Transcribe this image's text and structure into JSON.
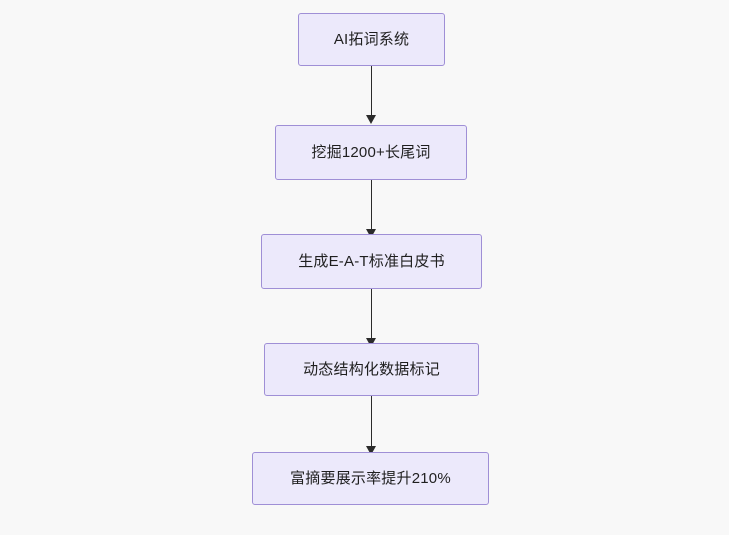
{
  "diagram": {
    "type": "flowchart",
    "direction": "top-to-bottom",
    "background": "#f8f8f8",
    "node_fill": "#ece9fb",
    "node_border": "#9f8fd6",
    "edge_color": "#2b2b2b",
    "nodes": [
      {
        "id": "n1",
        "label": "AI拓词系统"
      },
      {
        "id": "n2",
        "label": "挖掘1200+长尾词"
      },
      {
        "id": "n3",
        "label": "生成E-A-T标准白皮书"
      },
      {
        "id": "n4",
        "label": "动态结构化数据标记"
      },
      {
        "id": "n5",
        "label": "富摘要展示率提升210%"
      }
    ],
    "edges": [
      {
        "from": "n1",
        "to": "n2"
      },
      {
        "from": "n2",
        "to": "n3"
      },
      {
        "from": "n3",
        "to": "n4"
      },
      {
        "from": "n4",
        "to": "n5"
      }
    ]
  }
}
